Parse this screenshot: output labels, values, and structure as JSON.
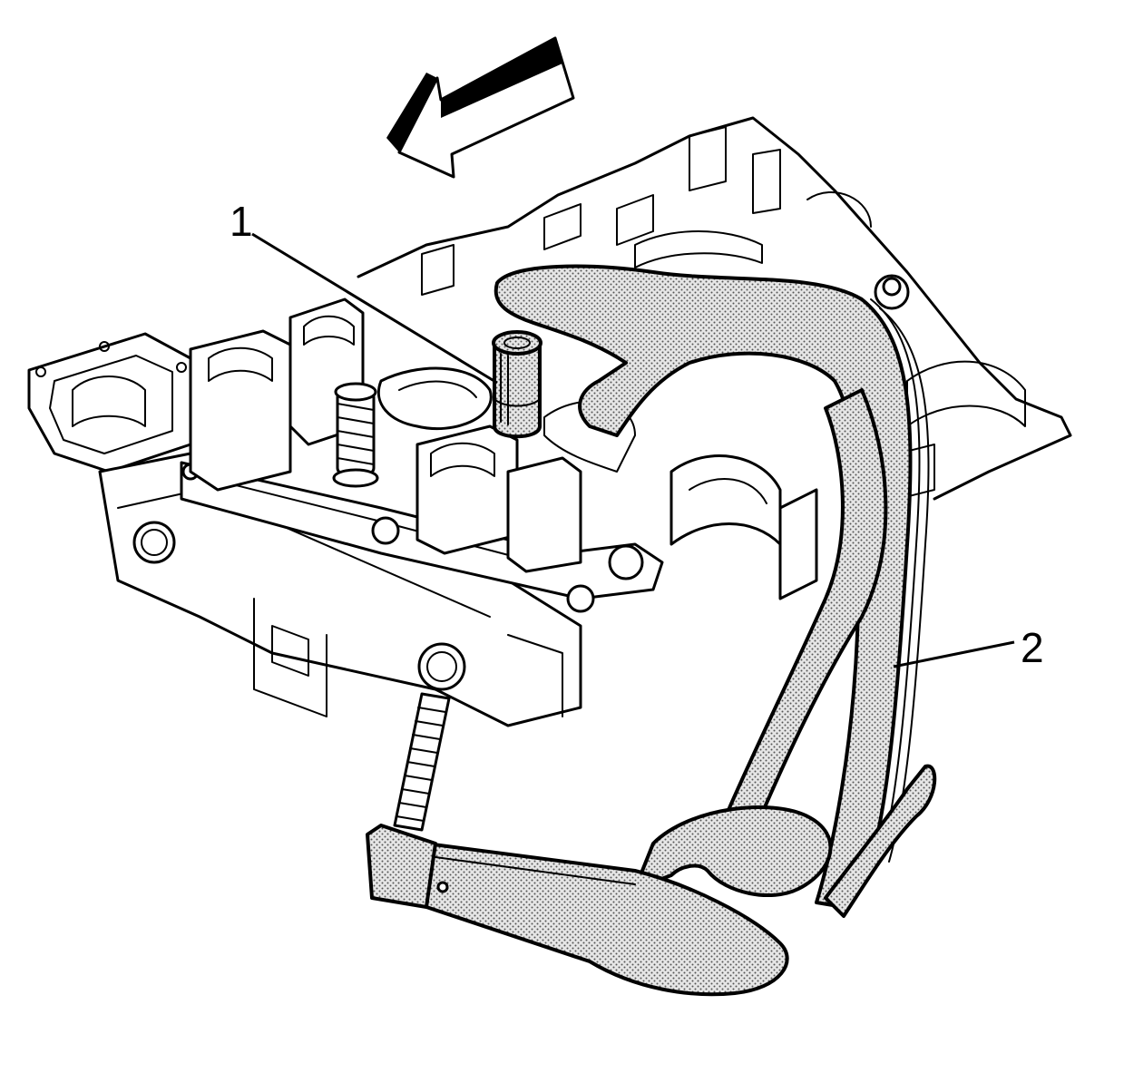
{
  "callouts": [
    {
      "id": "1",
      "label": "1"
    },
    {
      "id": "2",
      "label": "2"
    }
  ],
  "colors": {
    "line": "#000000",
    "background": "#ffffff",
    "tool_fill": "#cfcfcf"
  }
}
